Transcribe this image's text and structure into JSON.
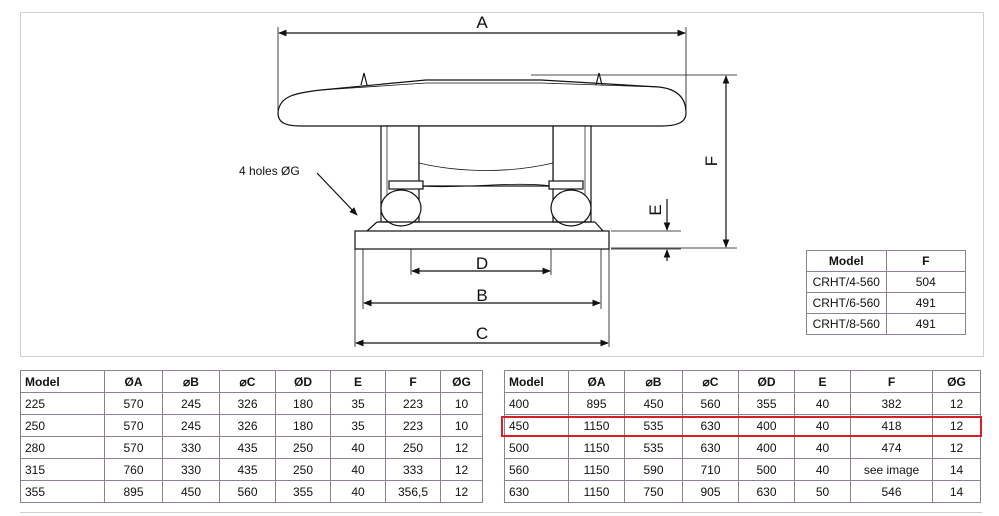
{
  "drawing": {
    "labels": {
      "a": "A",
      "b": "B",
      "c": "C",
      "d": "D",
      "e": "E",
      "f": "F"
    },
    "holes_note": "4 holes ØG"
  },
  "inset_table": {
    "headers": [
      "Model",
      "F"
    ],
    "rows": [
      [
        "CRHT/4-560",
        "504"
      ],
      [
        "CRHT/6-560",
        "491"
      ],
      [
        "CRHT/8-560",
        "491"
      ]
    ]
  },
  "table_left": {
    "headers": [
      "Model",
      "ØA",
      "⌀B",
      "⌀C",
      "ØD",
      "E",
      "F",
      "ØG"
    ],
    "rows": [
      [
        "225",
        "570",
        "245",
        "326",
        "180",
        "35",
        "223",
        "10"
      ],
      [
        "250",
        "570",
        "245",
        "326",
        "180",
        "35",
        "223",
        "10"
      ],
      [
        "280",
        "570",
        "330",
        "435",
        "250",
        "40",
        "250",
        "12"
      ],
      [
        "315",
        "760",
        "330",
        "435",
        "250",
        "40",
        "333",
        "12"
      ],
      [
        "355",
        "895",
        "450",
        "560",
        "355",
        "40",
        "356,5",
        "12"
      ]
    ]
  },
  "table_right": {
    "headers": [
      "Model",
      "ØA",
      "⌀B",
      "⌀C",
      "ØD",
      "E",
      "F",
      "ØG"
    ],
    "rows": [
      [
        "400",
        "895",
        "450",
        "560",
        "355",
        "40",
        "382",
        "12"
      ],
      [
        "450",
        "1150",
        "535",
        "630",
        "400",
        "40",
        "418",
        "12"
      ],
      [
        "500",
        "1150",
        "535",
        "630",
        "400",
        "40",
        "474",
        "12"
      ],
      [
        "560",
        "1150",
        "590",
        "710",
        "500",
        "40",
        "see image",
        "14"
      ],
      [
        "630",
        "1150",
        "750",
        "905",
        "630",
        "50",
        "546",
        "14"
      ]
    ]
  },
  "highlight_color": "#d81f26",
  "border_color": "#8e7f98"
}
